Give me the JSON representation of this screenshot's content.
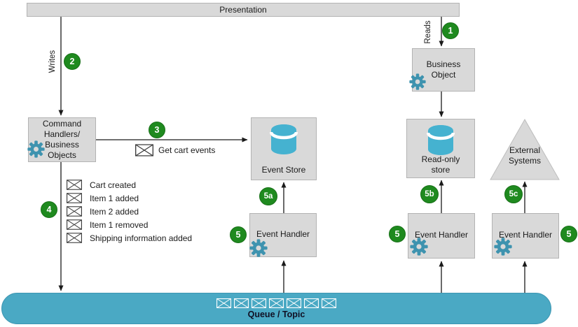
{
  "presentation": {
    "label": "Presentation"
  },
  "edges": {
    "writes_label": "Writes",
    "reads_label": "Reads",
    "get_cart_events_label": "Get cart events"
  },
  "nodes": {
    "command_handlers": {
      "label": "Command\nHandlers/\nBusiness\nObjects"
    },
    "event_store": {
      "label": "Event Store"
    },
    "business_object": {
      "label": "Business\nObject"
    },
    "read_only_store": {
      "label": "Read-only\nstore"
    },
    "external_systems": {
      "label": "External\nSystems"
    },
    "event_handler_left": {
      "label": "Event Handler"
    },
    "event_handler_middle": {
      "label": "Event Handler"
    },
    "event_handler_right": {
      "label": "Event Handler"
    },
    "queue": {
      "label": "Queue / Topic"
    }
  },
  "step_badges": {
    "s1": "1",
    "s2": "2",
    "s3": "3",
    "s4": "4",
    "s5a": "5a",
    "s5b": "5b",
    "s5c": "5c",
    "s5_left": "5",
    "s5_middle": "5",
    "s5_right": "5"
  },
  "event_messages": [
    "Cart created",
    "Item 1 added",
    "Item 2 added",
    "Item 1 removed",
    "Shipping information added"
  ],
  "icons": {
    "database": "database-cylinder-icon",
    "gear": "gear-icon",
    "envelope": "envelope-icon"
  },
  "colors": {
    "box_gray": "#d9d9d9",
    "teal_database": "#45b2d0",
    "teal_queue": "#4aa9c4",
    "teal_gear": "#3e93af",
    "green_badge": "#1f8a1f"
  }
}
